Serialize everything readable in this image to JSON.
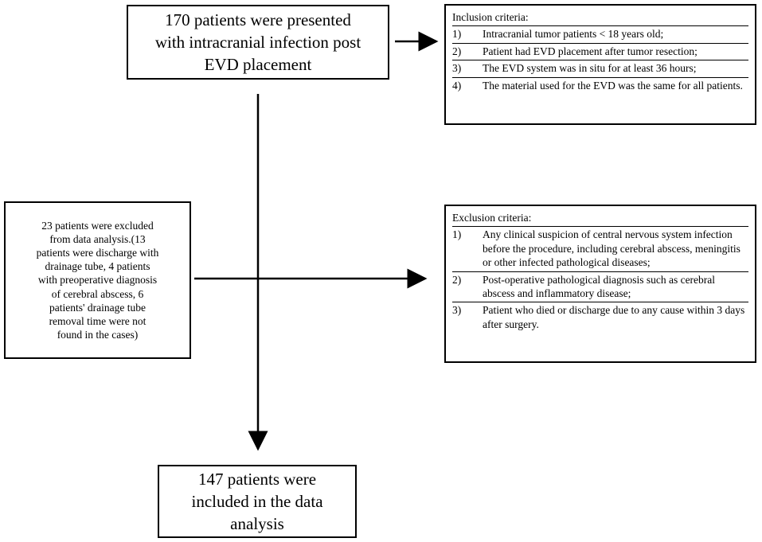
{
  "top_box": {
    "lines": [
      "170 patients were presented",
      "with intracranial infection post",
      "EVD placement"
    ]
  },
  "bottom_box": {
    "lines": [
      "147 patients were",
      "included in the data",
      "analysis"
    ]
  },
  "excluded_box": {
    "lines": [
      "23 patients were excluded",
      "from data analysis.(13",
      "patients were discharge with",
      "drainage tube, 4 patients",
      "with preoperative diagnosis",
      "of cerebral abscess, 6",
      "patients' drainage tube",
      "removal time were not",
      "found in the cases)"
    ]
  },
  "inclusion": {
    "title": "Inclusion criteria:",
    "items": [
      {
        "num": "1)",
        "text": "Intracranial tumor patients < 18 years old;"
      },
      {
        "num": "2)",
        "text": "Patient had EVD placement after tumor resection;"
      },
      {
        "num": "3)",
        "text": "The EVD system was in situ for at least 36 hours;"
      },
      {
        "num": "4)",
        "text": "The material used for the EVD was the same for all patients."
      }
    ]
  },
  "exclusion": {
    "title": "Exclusion criteria:",
    "items": [
      {
        "num": "1)",
        "text": "Any clinical suspicion of central nervous system infection before the procedure, including cerebral abscess, meningitis or other infected pathological diseases;"
      },
      {
        "num": "2)",
        "text": "Post-operative pathological diagnosis such as cerebral abscess and inflammatory disease;"
      },
      {
        "num": "3)",
        "text": "Patient who died or discharge due to any cause within 3 days after surgery."
      }
    ]
  }
}
